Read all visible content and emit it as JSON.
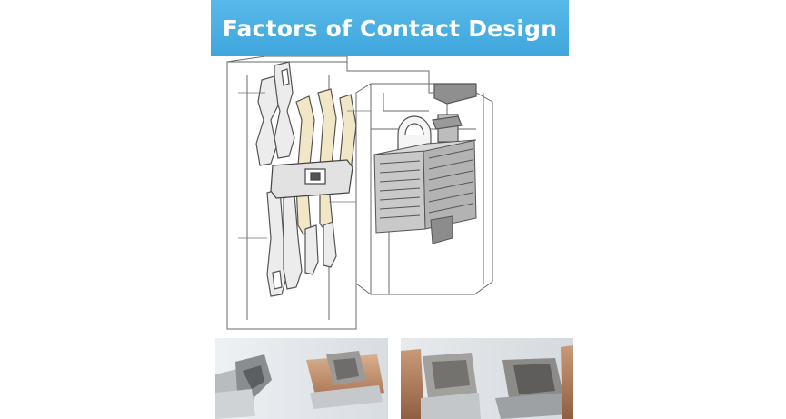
{
  "banner": {
    "title": "Factors of Contact Design",
    "background": "#4aafe2"
  },
  "illustration": {
    "kind": "exploded technical drawing of an electrical contactor",
    "icon": "contactor-drawing"
  },
  "photos": [
    {
      "icon": "contact-photo-1"
    },
    {
      "icon": "contact-photo-2"
    }
  ],
  "colors": {
    "line": "#555555",
    "contact_highlight": "#f1e6c6",
    "metal": "#9a9a9a",
    "coil_core": "#b9b9b9"
  }
}
